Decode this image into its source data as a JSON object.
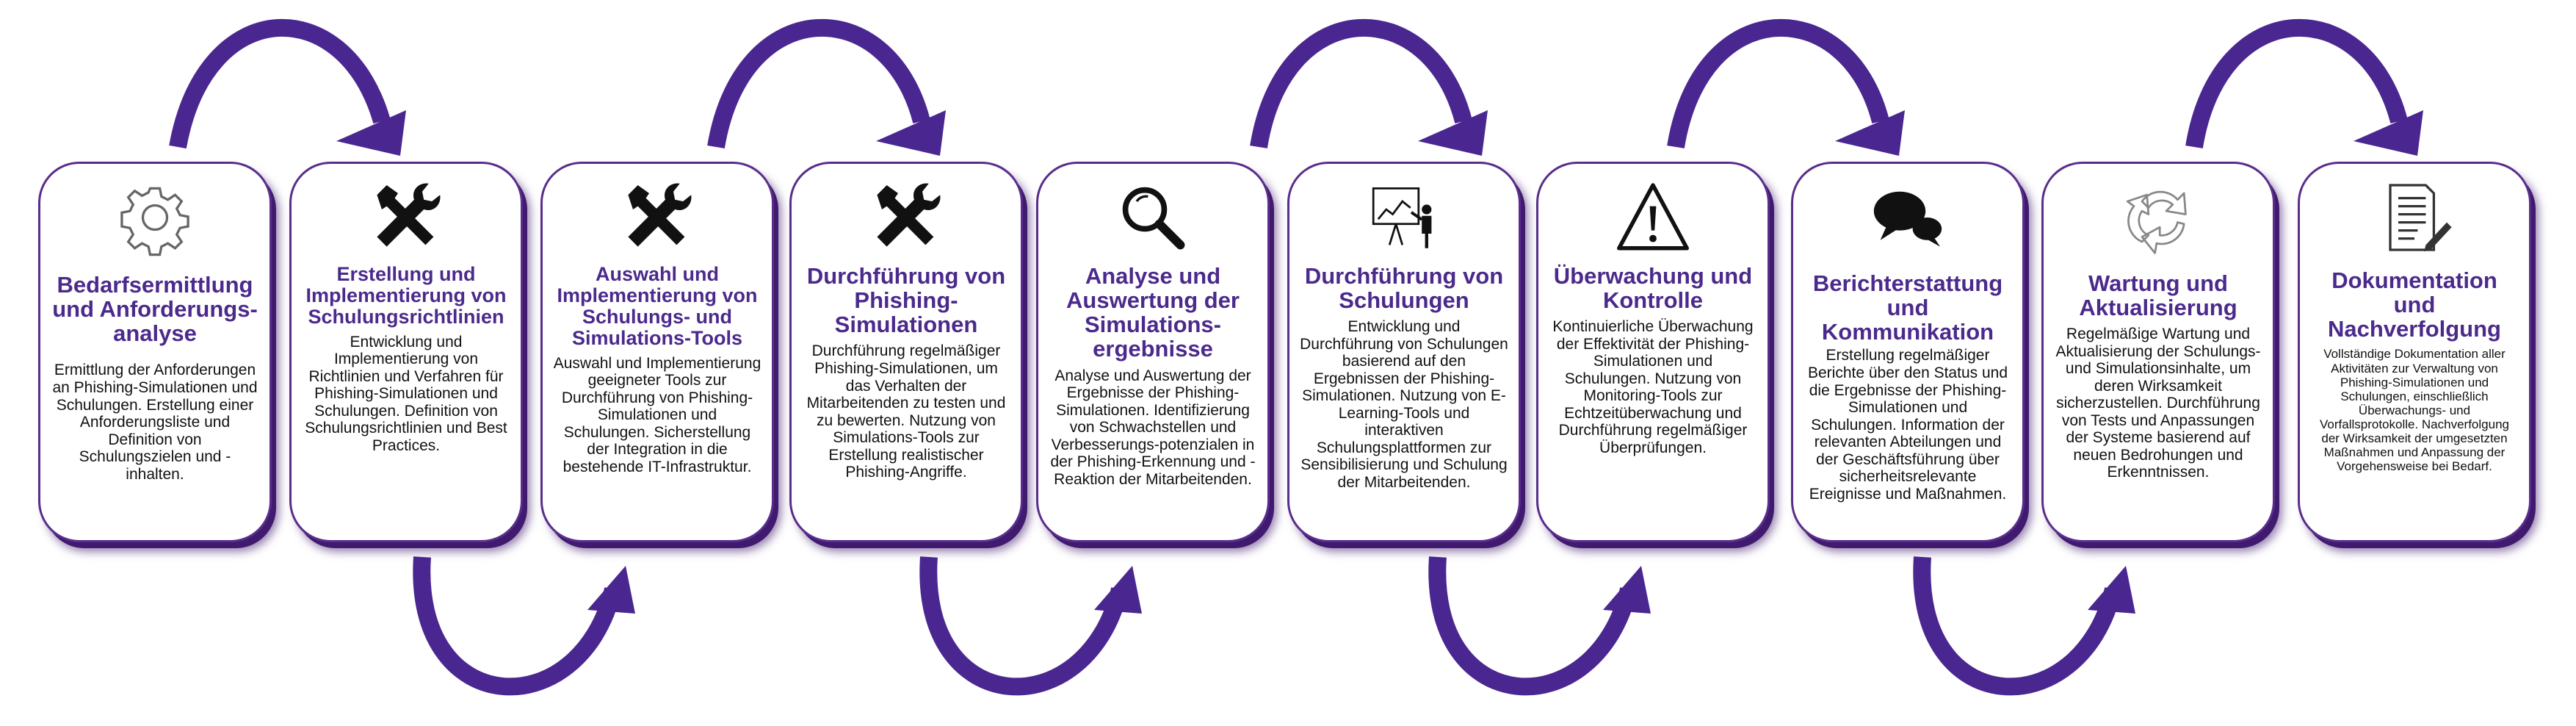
{
  "colors": {
    "accent": "#4b2a8c",
    "arrow": "#4a2790",
    "border": "#5a2d8c",
    "shadow": "#3f1a6e"
  },
  "steps": [
    {
      "icon": "gear-icon",
      "title": "Bedarfsermittlung und Anforderungs-analyse",
      "body": "Ermittlung der Anforderungen an Phishing-Simulationen und Schulungen. Erstellung einer Anforderungsliste und Definition von Schulungszielen und -inhalten."
    },
    {
      "icon": "tools-icon",
      "title": "Erstellung und Implementierung von Schulungsrichtlinien",
      "body": "Entwicklung und Implementierung von Richtlinien und Verfahren für Phishing-Simulationen und Schulungen. Definition von Schulungsrichtlinien und Best Practices."
    },
    {
      "icon": "tools-icon",
      "title": "Auswahl und Implementierung von Schulungs- und Simulations-Tools",
      "body": "Auswahl und Implementierung geeigneter Tools zur Durchführung von Phishing-Simulationen und Schulungen. Sicherstellung der Integration in die bestehende IT-Infrastruktur."
    },
    {
      "icon": "tools-icon",
      "title": "Durchführung von Phishing-Simulationen",
      "body": "Durchführung regelmäßiger Phishing-Simulationen, um das Verhalten der Mitarbeitenden zu testen und zu bewerten. Nutzung von Simulations-Tools zur Erstellung realistischer Phishing-Angriffe."
    },
    {
      "icon": "magnifier-icon",
      "title": "Analyse und Auswertung der Simulations-ergebnisse",
      "body": "Analyse und Auswertung der Ergebnisse der Phishing-Simulationen. Identifizierung von Schwachstellen und Verbesserungs-potenzialen in der Phishing-Erkennung und -Reaktion der Mitarbeitenden."
    },
    {
      "icon": "presentation-icon",
      "title": "Durchführung von Schulungen",
      "body": "Entwicklung und Durchführung von Schulungen basierend auf den Ergebnissen der Phishing-Simulationen. Nutzung von E-Learning-Tools und interaktiven Schulungsplattformen zur Sensibilisierung und Schulung der Mitarbeitenden."
    },
    {
      "icon": "warning-icon",
      "title": "Überwachung und Kontrolle",
      "body": "Kontinuierliche Überwachung der Effektivität der Phishing-Simulationen und Schulungen. Nutzung von Monitoring-Tools zur Echtzeitüberwachung und Durchführung regelmäßiger Überprüfungen."
    },
    {
      "icon": "speech-bubbles-icon",
      "title": "Berichterstattung und Kommunikation",
      "body": "Erstellung regelmäßiger Berichte über den Status und die Ergebnisse der Phishing-Simulationen und Schulungen. Information der relevanten Abteilungen und der Geschäftsführung über sicherheitsrelevante Ereignisse und Maßnahmen."
    },
    {
      "icon": "cycle-arrows-icon",
      "title": "Wartung und Aktualisierung",
      "body": "Regelmäßige Wartung und Aktualisierung der Schulungs- und Simulationsinhalte, um deren Wirksamkeit sicherzustellen. Durchführung von Tests und Anpassungen der Systeme basierend auf neuen Bedrohungen und Erkenntnissen."
    },
    {
      "icon": "document-pen-icon",
      "title": "Dokumentation und Nachverfolgung",
      "body": "Vollständige Dokumentation aller Aktivitäten zur Verwaltung von Phishing-Simulationen und Schulungen, einschließlich Überwachungs- und Vorfallsprotokolle. Nachverfolgung der Wirksamkeit der umgesetzten Maßnahmen und Anpassung der Vorgehensweise bei Bedarf."
    }
  ]
}
